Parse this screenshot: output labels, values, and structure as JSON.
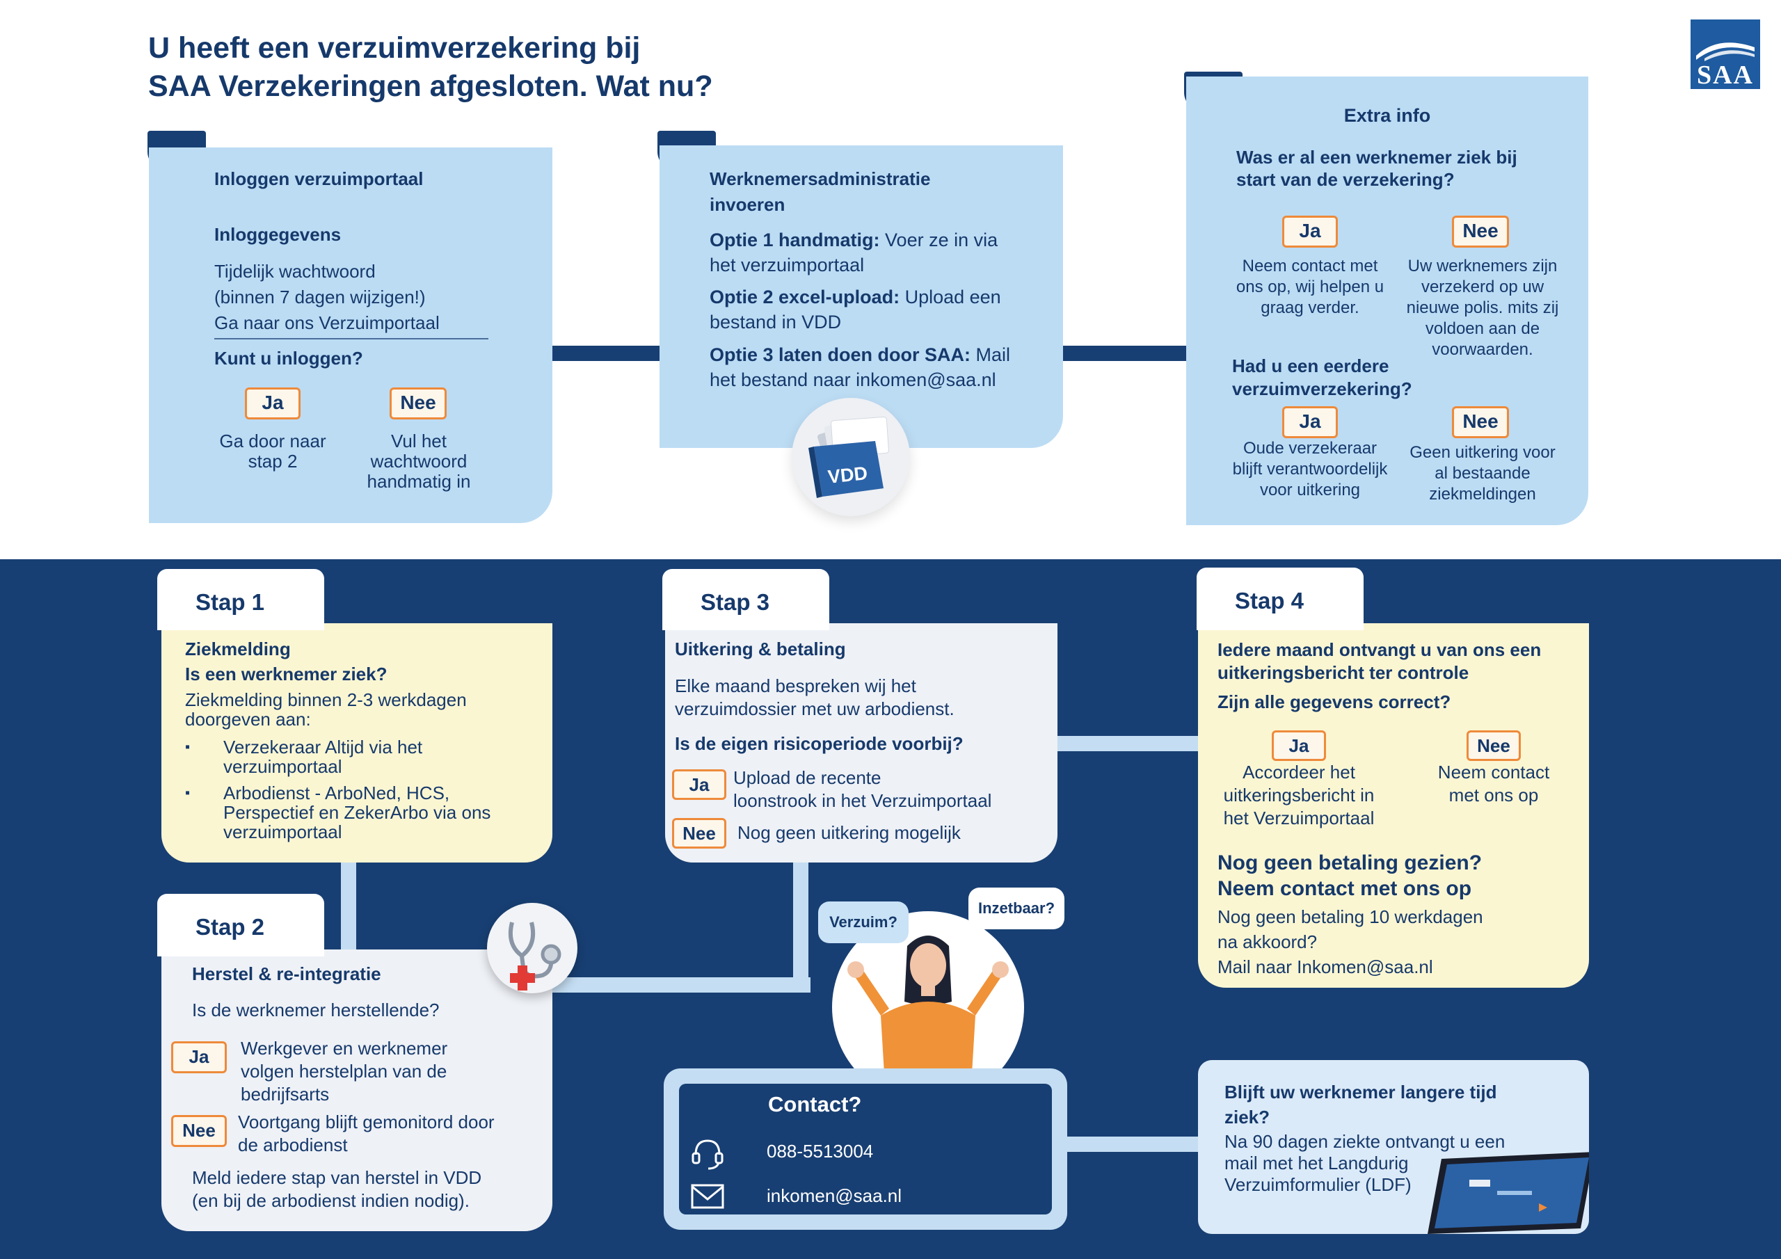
{
  "header": {
    "title_line1": "U heeft een verzuimverzekering bij",
    "title_line2": "SAA Verzekeringen afgesloten. Wat nu?",
    "logo_text": "SAA"
  },
  "colors": {
    "navy": "#183f73",
    "light_blue": "#bcdcf4",
    "orange": "#ee8a3a",
    "yellow": "#fbf6d2"
  },
  "login_card": {
    "title": "Inloggen verzuimportaal",
    "subtitle": "Inloggegevens",
    "line1": "Tijdelijk wachtwoord",
    "line2": "(binnen 7 dagen wijzigen!)",
    "line3": "Ga naar ons Verzuimportaal",
    "question": "Kunt u inloggen?",
    "yes": "Ja",
    "no": "Nee",
    "yes_text": [
      "Ga door naar",
      "stap 2"
    ],
    "no_text": [
      "Vul het",
      "wachtwoord",
      "handmatig in"
    ]
  },
  "admin_card": {
    "title_line1": "Werknemersadministratie",
    "title_line2": "invoeren",
    "opt1_bold": "Optie 1 handmatig:",
    "opt1_rest": " Voer ze in via",
    "opt1_line2": "het verzuimportaal",
    "opt2_bold": "Optie 2 excel-upload:",
    "opt2_rest": " Upload een",
    "opt2_line2": "bestand in VDD",
    "opt3_bold": "Optie 3 laten doen door SAA:",
    "opt3_rest": " Mail",
    "opt3_line2": "het bestand naar inkomen@saa.nl",
    "folder_label": "VDD",
    "folder_icon": "folder-icon"
  },
  "extra_card": {
    "title": "Extra info",
    "q1_line1": "Was er al een werknemer ziek bij",
    "q1_line2": "start van de verzekering?",
    "yes": "Ja",
    "no": "Nee",
    "q1_yes_text": [
      "Neem contact met",
      "ons op, wij helpen u",
      "graag verder."
    ],
    "q1_no_text": [
      "Uw werknemers zijn",
      "verzekerd op uw",
      "nieuwe polis. mits zij",
      "voldoen aan de",
      "voorwaarden."
    ],
    "q2_line1": "Had u een eerdere",
    "q2_line2": "verzuimverzekering?",
    "q2_yes_text": [
      "Oude verzekeraar",
      "blijft verantwoordelijk",
      "voor uitkering"
    ],
    "q2_no_text": [
      "Geen uitkering voor",
      "al bestaande",
      "ziekmeldingen"
    ]
  },
  "stap1": {
    "tab": "Stap 1",
    "title": "Ziekmelding",
    "question": "Is een werknemer ziek?",
    "line1": "Ziekmelding binnen 2-3 werkdagen",
    "line2": "doorgeven aan:",
    "bullet1": [
      "Verzekeraar  Altijd via het",
      "verzuimportaal"
    ],
    "bullet2": [
      "Arbodienst - ArboNed, HCS,",
      "Perspectief en ZekerArbo via ons",
      "verzuimportaal"
    ]
  },
  "stap2": {
    "tab": "Stap 2",
    "title": "Herstel & re-integratie",
    "question": "Is de werknemer herstellende?",
    "yes": "Ja",
    "no": "Nee",
    "yes_text": [
      "Werkgever en werknemer",
      "volgen herstelplan van de",
      "bedrijfsarts"
    ],
    "no_text": [
      "Voortgang blijft gemonitord door",
      "de arbodienst"
    ],
    "footer": [
      "Meld iedere stap van herstel in VDD",
      "(en bij de arbodienst indien nodig)."
    ],
    "icon": "stethoscope-icon"
  },
  "stap3": {
    "tab": "Stap 3",
    "title": "Uitkering & betaling",
    "line1": "Elke maand bespreken wij het",
    "line2": "verzuimdossier met uw arbodienst.",
    "question": "Is de eigen risicoperiode voorbij?",
    "yes": "Ja",
    "no": "Nee",
    "yes_text": [
      "Upload de recente",
      "loonstrook in het Verzuimportaal"
    ],
    "no_text": "Nog geen uitkering mogelijk"
  },
  "stap4": {
    "tab": "Stap 4",
    "title_line1": "Iedere maand ontvangt u van ons een",
    "title_line2": "uitkeringsbericht ter controle",
    "question": "Zijn alle gegevens correct?",
    "yes": "Ja",
    "no": "Nee",
    "yes_text": [
      "Accordeer het",
      "uitkeringsbericht in",
      "het Verzuimportaal"
    ],
    "no_text": [
      "Neem contact",
      "met ons op"
    ],
    "payment_q1": "Nog geen betaling gezien?",
    "payment_q2": "Neem contact met ons op",
    "payment_line1": "Nog geen betaling 10 werkdagen",
    "payment_line2": "na akkoord?",
    "payment_line3": "Mail naar Inkomen@saa.nl"
  },
  "bubbles": {
    "left": "Verzuim?",
    "right": "Inzetbaar?"
  },
  "contact": {
    "title": "Contact?",
    "phone": "088-5513004",
    "email": "inkomen@saa.nl",
    "phone_icon": "headset-icon",
    "mail_icon": "envelope-icon"
  },
  "longterm": {
    "title_line1": "Blijft uw werknemer langere tijd",
    "title_line2": "ziek?",
    "line1": "Na 90 dagen ziekte ontvangt u een",
    "line2": "mail met het Langdurig",
    "line3": "Verzuimformulier (LDF)",
    "laptop_icon": "laptop-icon"
  }
}
